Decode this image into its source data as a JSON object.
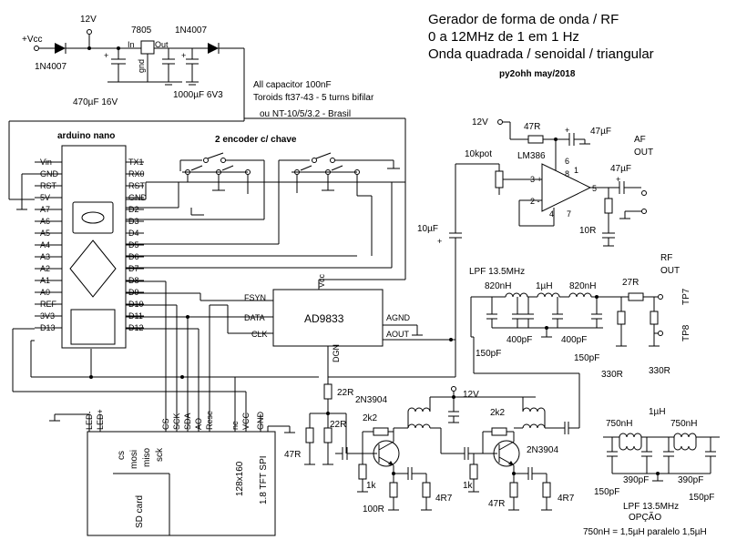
{
  "title": {
    "line1": "Gerador de forma de onda / RF",
    "line2": "0 a 12MHz de 1 em 1 Hz",
    "line3": "Onda quadrada / senoidal / triangular",
    "author": "py2ohh may/2018"
  },
  "power": {
    "vcc": "+Vcc",
    "v12": "12V",
    "reg": "7805",
    "reg_in": "In",
    "reg_out": "Out",
    "reg_gnd": "gnd",
    "diode1": "1N4007",
    "diode2": "1N4007",
    "cap1": "470µF 16V",
    "cap2": "1000µF 6V3"
  },
  "notes": {
    "n1": "All capacitor 100nF",
    "n2": "Toroids ft37-43 - 5 turns bifilar",
    "n3": "ou NT-10/5/3.2 - Brasil",
    "encoder": "2 encoder c/ chave"
  },
  "arduino": {
    "title": "arduino nano",
    "left_pins": [
      "Vin",
      "GND",
      "RST",
      "5V",
      "A7",
      "A6",
      "A5",
      "A4",
      "A3",
      "A2",
      "A1",
      "A0",
      "REF",
      "3V3",
      "D13"
    ],
    "right_pins": [
      "TX1",
      "RX0",
      "RST",
      "GND",
      "D2",
      "D3",
      "D4",
      "D5",
      "D6",
      "D7",
      "D8",
      "D9",
      "D10",
      "D11",
      "D12"
    ]
  },
  "ad9833": {
    "name": "AD9833",
    "fsyn": "FSYN",
    "data": "DATA",
    "clk": "CLK",
    "vcc": "Vcc",
    "agnd": "AGND",
    "aout": "AOUT",
    "dgnd": "DGN"
  },
  "af": {
    "v12": "12V",
    "r47": "47R",
    "c47a": "47µF",
    "out": "AF",
    "out2": "OUT",
    "pot": "10kpot",
    "ic": "LM386",
    "c47b": "47µF",
    "r10": "10R",
    "c10u": "10µF",
    "pins": [
      "6",
      "8",
      "3",
      "+",
      "2",
      "-",
      "4",
      "7",
      "5",
      "1"
    ]
  },
  "lpf": {
    "title": "LPF 13.5MHz",
    "l1": "820nH",
    "l2": "1µH",
    "l3": "820nH",
    "r27": "27R",
    "c400a": "400pF",
    "c400b": "400pF",
    "c150a": "150pF",
    "c150b": "150pF",
    "r330a": "330R",
    "r330b": "330R",
    "rf": "RF",
    "rf2": "OUT",
    "tp7": "TP7",
    "tp8": "TP8"
  },
  "amp": {
    "r22a": "22R",
    "r22b": "22R",
    "q1": "2N3904",
    "q2": "2N3904",
    "v12": "12V",
    "k2a": "2k2",
    "k2b": "2k2",
    "r47a": "47R",
    "r47b": "47R",
    "k1a": "1k",
    "k1b": "1k",
    "r100": "100R",
    "r4r7a": "4R7",
    "r4r7b": "4R7"
  },
  "opt": {
    "l1": "750nH",
    "l2": "1µH",
    "l3": "750nH",
    "c390a": "390pF",
    "c390b": "390pF",
    "c150a": "150pF",
    "c150b": "150pF",
    "title": "LPF 13.5MHz",
    "opcao": "OPÇÃO",
    "note": "750nH = 1,5µH  paralelo 1,5µH"
  },
  "tft": {
    "pins": [
      "LED-",
      "LED+",
      "CS",
      "SCK",
      "SDA",
      "AO",
      "Rese",
      "nc",
      "VCC",
      "GND"
    ],
    "cs": "cs",
    "mosi": "mosi",
    "miso": "miso",
    "sck": "sck",
    "sd": "SD card",
    "res": "128x160",
    "model": "1.8 TFT SPI"
  }
}
